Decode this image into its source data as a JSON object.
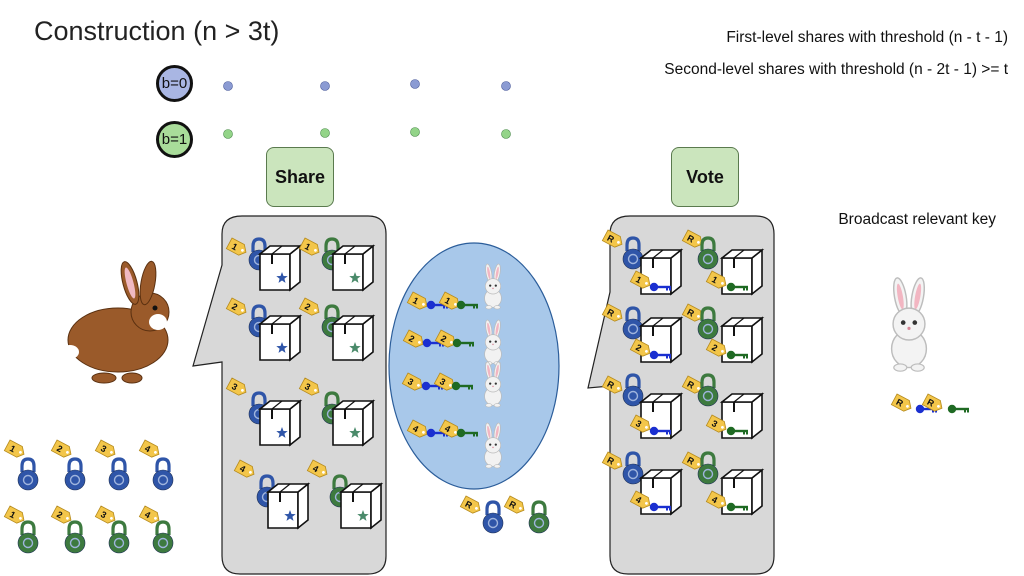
{
  "title": "Construction (n > 3t)",
  "notes": {
    "first_level": "First-level shares with threshold (n - t - 1)",
    "second_level": "Second-level shares with threshold (n - 2t - 1) >= t",
    "broadcast": "Broadcast relevant key"
  },
  "bits": {
    "b0": "b=0",
    "b1": "b=1"
  },
  "phases": {
    "share": "Share",
    "vote": "Vote"
  },
  "share_tags": [
    "1",
    "2",
    "3",
    "4"
  ],
  "reveal_tag": "R",
  "colors": {
    "blue": "#2f55a8",
    "green": "#3d7a3f",
    "tag": "#f3c64a",
    "panel": "#d8d8d8",
    "oval": "#a8c8ea"
  }
}
